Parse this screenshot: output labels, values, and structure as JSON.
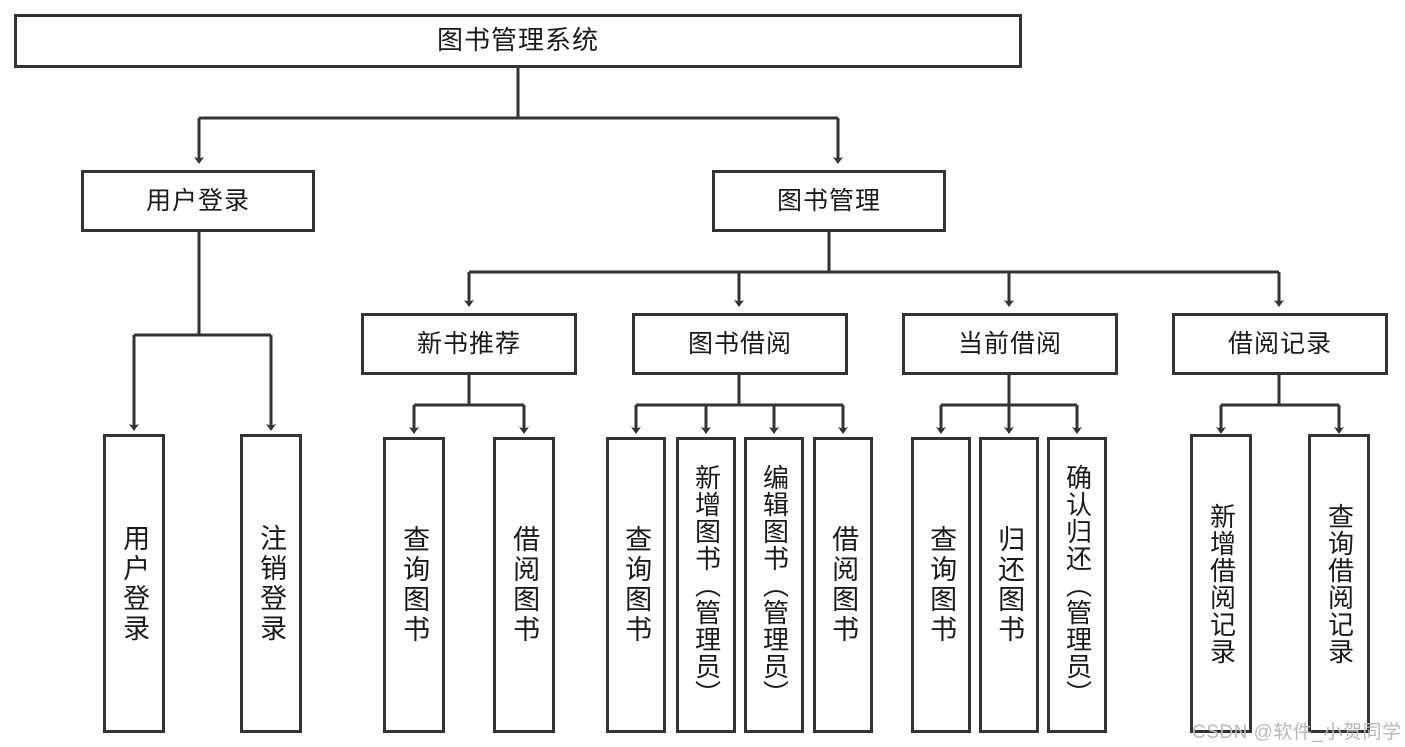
{
  "diagram": {
    "title": "图书管理系统",
    "background_color": "#ffffff",
    "line_color": "#333333",
    "box_border_color": "#333333",
    "box_fill_color": "#ffffff",
    "text_color": "#1a1a1a",
    "root": {
      "label": "图书管理系统"
    },
    "level2": [
      {
        "label": "用户登录"
      },
      {
        "label": "图书管理"
      }
    ],
    "level3": [
      {
        "label": "新书推荐"
      },
      {
        "label": "图书借阅"
      },
      {
        "label": "当前借阅"
      },
      {
        "label": "借阅记录"
      }
    ],
    "leaves": {
      "user_login": [
        {
          "label": "用户登录"
        },
        {
          "label": "注销登录"
        }
      ],
      "new_book_recommend": [
        {
          "label": "查询图书"
        },
        {
          "label": "借阅图书"
        }
      ],
      "book_borrow": [
        {
          "label": "查询图书"
        },
        {
          "label": "新增图书（管理员）"
        },
        {
          "label": "编辑图书（管理员）"
        },
        {
          "label": "借阅图书"
        }
      ],
      "current_borrow": [
        {
          "label": "查询图书"
        },
        {
          "label": "归还图书"
        },
        {
          "label": "确认归还（管理员）"
        }
      ],
      "borrow_record": [
        {
          "label": "新增借阅记录"
        },
        {
          "label": "查询借阅记录"
        }
      ]
    },
    "watermark": "CSDN @软件_小贺同学"
  }
}
